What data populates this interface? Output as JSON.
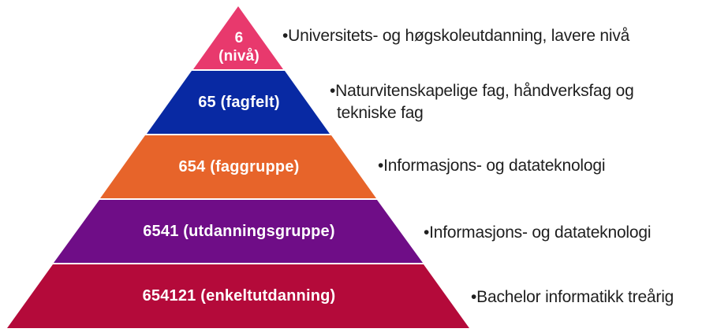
{
  "pyramid": {
    "title_semantic": "NUS-kode pyramide",
    "background": "#FFFFFF",
    "label_text_color": "#FFFFFF",
    "description_text_color": "#1F1F1F",
    "levels": [
      {
        "label": "6\n(nivå)",
        "color": "#E8396D",
        "description": "•Universitets- og høgskoleutdanning, lavere nivå"
      },
      {
        "label": "65 (fagfelt)",
        "color": "#0829A3",
        "description": "•Naturvitenskapelige fag, håndverksfag og\ntekniske fag"
      },
      {
        "label": "654 (faggruppe)",
        "color": "#E7642A",
        "description": "•Informasjons- og datateknologi"
      },
      {
        "label": "6541 (utdanningsgruppe)",
        "color": "#6F0D87",
        "description": "•Informasjons- og datateknologi"
      },
      {
        "label": "654121 (enkeltutdanning)",
        "color": "#B40A3A",
        "description": "•Bachelor informatikk treårig"
      }
    ]
  }
}
